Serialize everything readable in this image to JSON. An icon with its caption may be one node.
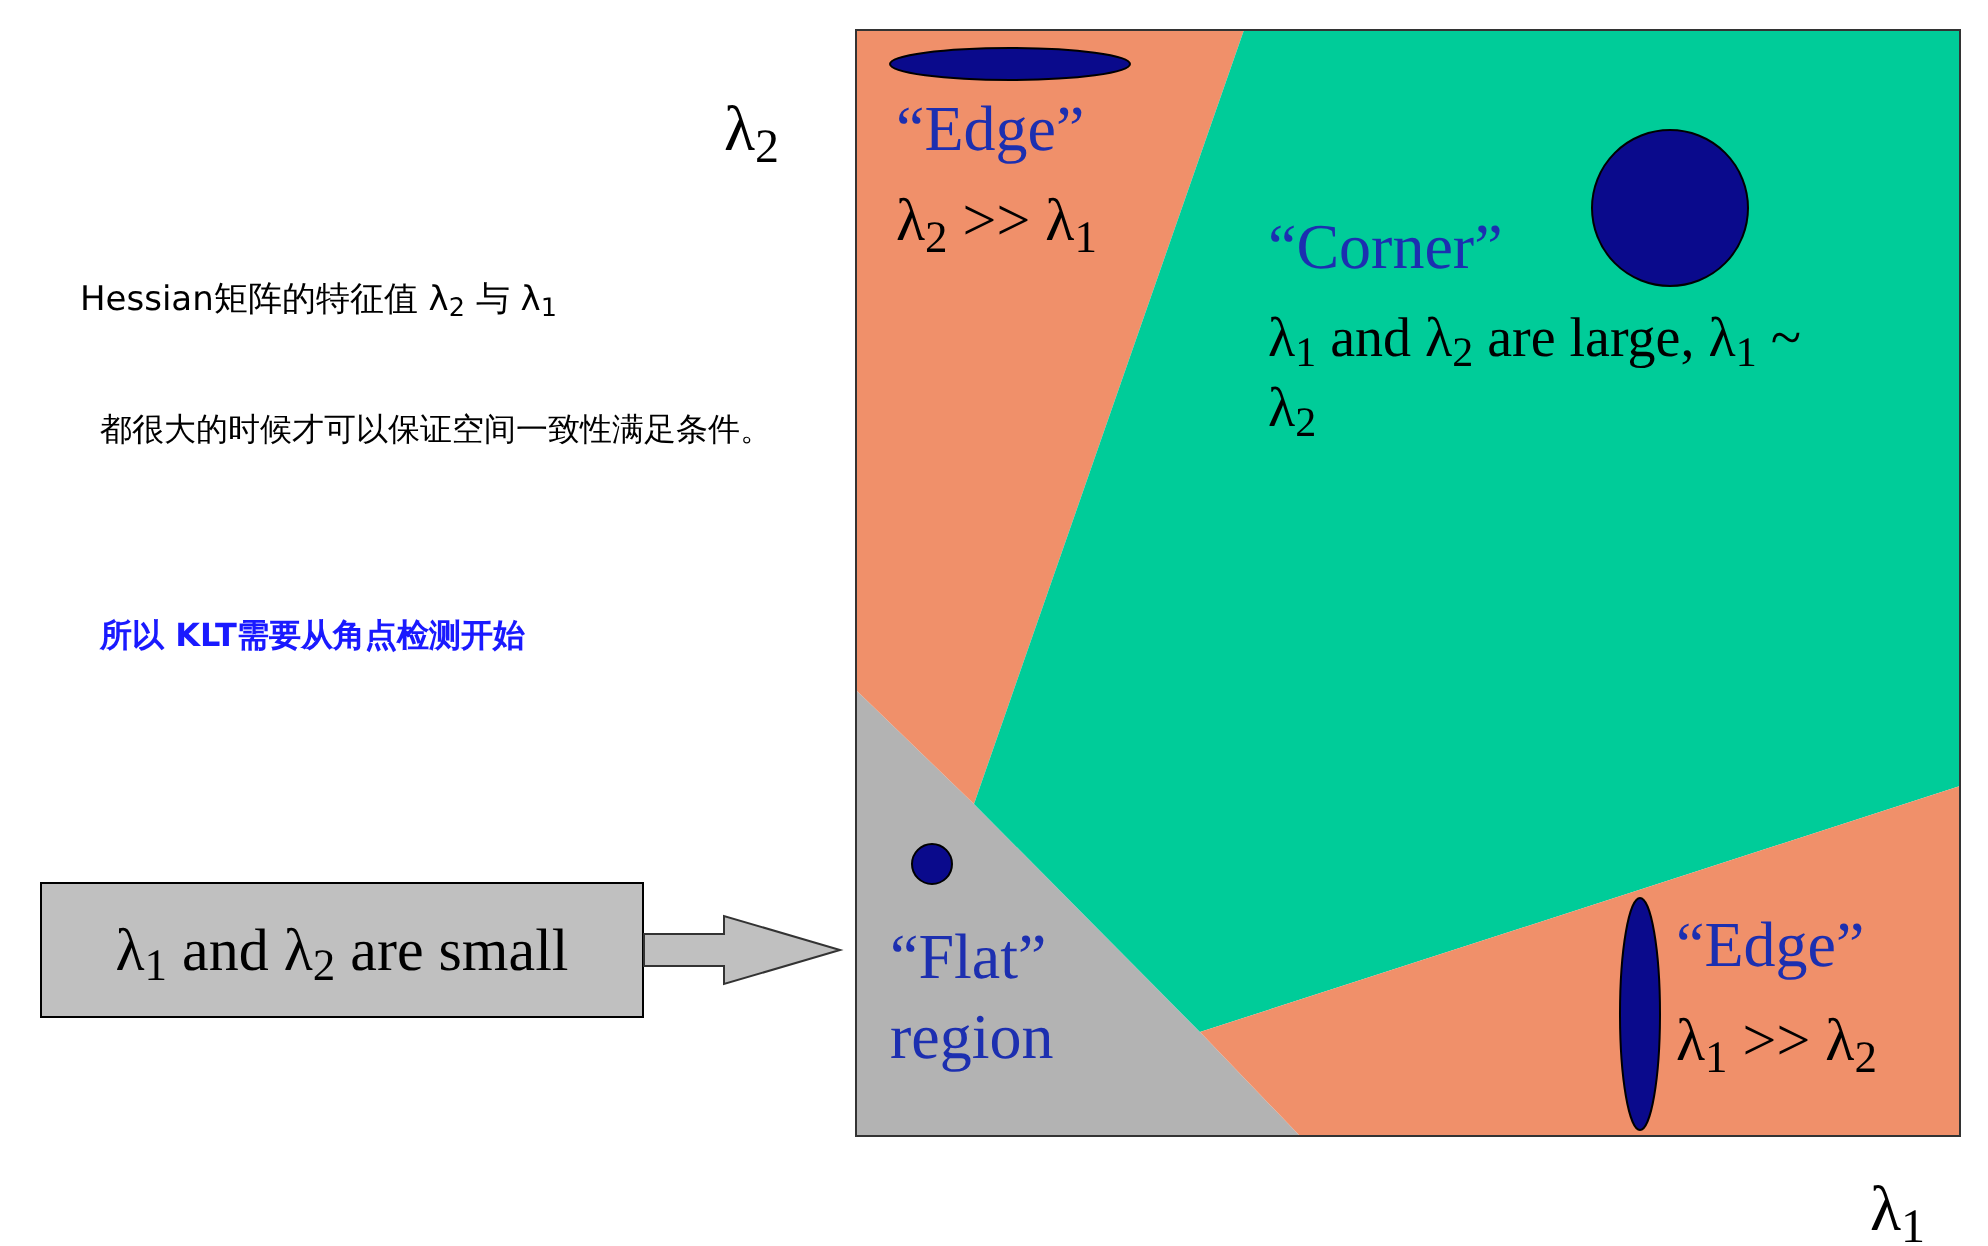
{
  "diagram": {
    "nodes": [
      {
        "text": [
          "λ$_{1}$ and λ$_{2}$ are small"
        ]
      },
      {
        "text": [
          "“Flat” region"
        ]
      },
      {
        "text": [
          "“Edge”",
          "λ$_{2}$ >> λ$_{1}$"
        ]
      },
      {
        "text": [
          "“Corner”",
          "λ$_{1}$ and λ$_{2}$ are large, λ$_{1}$ ~ λ$_{2}$"
        ]
      },
      {
        "text": [
          "“Edge”",
          "λ$_{1}$ >> λ$_{2}$"
        ]
      }
    ],
    "edges": [
      {
        "from": 0,
        "to": 1,
        "arrow": "to"
      }
    ],
    "labels": [
      "λ$_{2}$",
      "Hessian矩阵的特征值 λ$_{2}$ 与 λ$_{1}$",
      "都很大的时候才可以保证空间一致性满足条件。",
      "所以 KLT需要从角点检测开始",
      "λ$_{1}$"
    ]
  }
}
